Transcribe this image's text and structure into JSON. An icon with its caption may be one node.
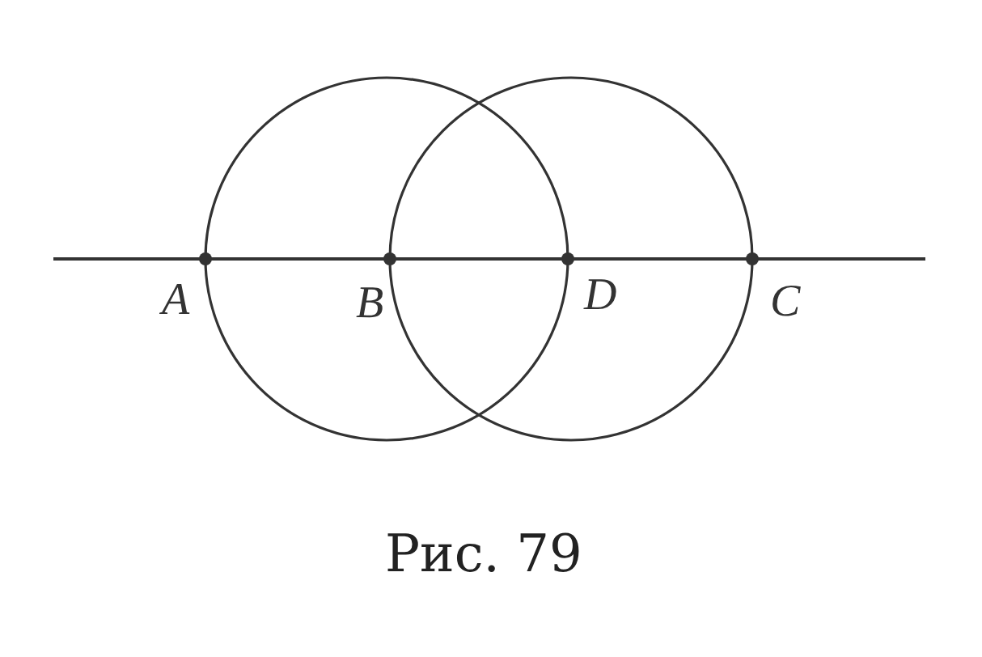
{
  "diagram": {
    "caption": "Рис. 79",
    "labels": [
      "A",
      "B",
      "D",
      "C"
    ]
  }
}
